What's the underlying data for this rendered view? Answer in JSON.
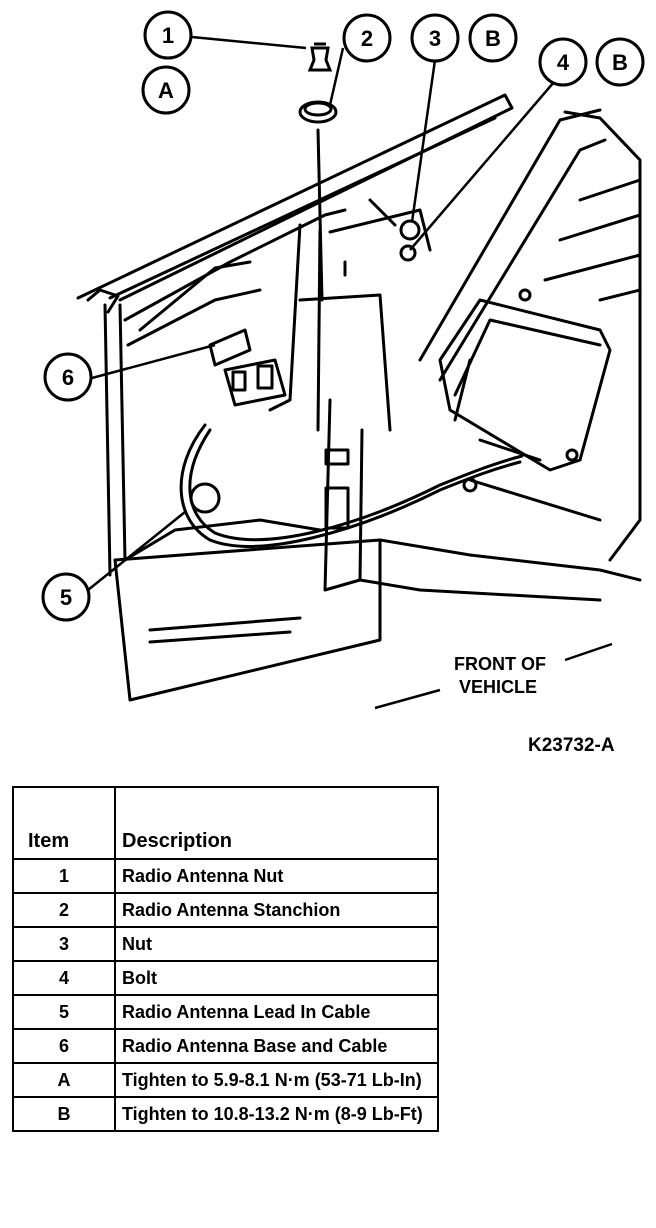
{
  "diagram": {
    "callouts": [
      "1",
      "2",
      "3",
      "B",
      "4",
      "B",
      "A",
      "6",
      "5"
    ],
    "direction_label_line1": "FRONT OF",
    "direction_label_line2": "VEHICLE",
    "figure_id": "K23732-A"
  },
  "table": {
    "headers": {
      "item": "Item",
      "description": "Description"
    },
    "rows": [
      {
        "item": "1",
        "description": "Radio Antenna Nut"
      },
      {
        "item": "2",
        "description": "Radio Antenna Stanchion"
      },
      {
        "item": "3",
        "description": "Nut"
      },
      {
        "item": "4",
        "description": "Bolt"
      },
      {
        "item": "5",
        "description": "Radio Antenna Lead In Cable"
      },
      {
        "item": "6",
        "description": "Radio Antenna Base and Cable"
      },
      {
        "item": "A",
        "description": "Tighten to 5.9-8.1 N·m (53-71 Lb-In)"
      },
      {
        "item": "B",
        "description": "Tighten to 10.8-13.2 N·m (8-9 Lb-Ft)"
      }
    ]
  }
}
